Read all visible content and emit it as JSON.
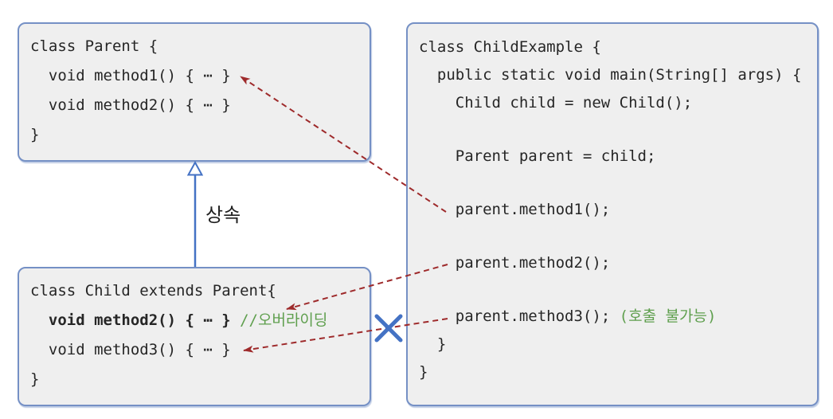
{
  "colors": {
    "box_fill": "#efefef",
    "box_border": "#7590c5",
    "code_text": "#262626",
    "comment_green": "#5f9f4e",
    "arrow_red": "#9e2a2b",
    "shape_blue": "#4472c4"
  },
  "inheritance": {
    "label": "상속",
    "arrow_style": "hollow-triangle-up"
  },
  "icons": {
    "not_callable_x": "x-cross",
    "call_arrow": "dashed-red-arrow"
  },
  "parent_box": {
    "lines": [
      {
        "code": "class Parent {"
      },
      {
        "code": "  void method1() { ⋯ }"
      },
      {
        "code": "  void method2() { ⋯ }"
      },
      {
        "code": "}"
      }
    ]
  },
  "child_box": {
    "lines": [
      {
        "code": "class Child extends Parent{"
      },
      {
        "code": "  void method2() { ⋯ } ",
        "comment": "//오버라이딩"
      },
      {
        "code": "  void method3() { ⋯ }"
      },
      {
        "code": "}"
      }
    ]
  },
  "example_box": {
    "lines": [
      {
        "code": "class ChildExample {"
      },
      {
        "code": "  public static void main(String[] args) {"
      },
      {
        "code": "    Child child = new Child();"
      },
      {
        "code": ""
      },
      {
        "code": "    Parent parent = child;"
      },
      {
        "code": ""
      },
      {
        "code": "    parent.method1();"
      },
      {
        "code": ""
      },
      {
        "code": "    parent.method2();"
      },
      {
        "code": ""
      },
      {
        "code": "    parent.method3(); ",
        "comment": "(호출 불가능)"
      },
      {
        "code": "  }"
      },
      {
        "code": "}"
      }
    ]
  }
}
